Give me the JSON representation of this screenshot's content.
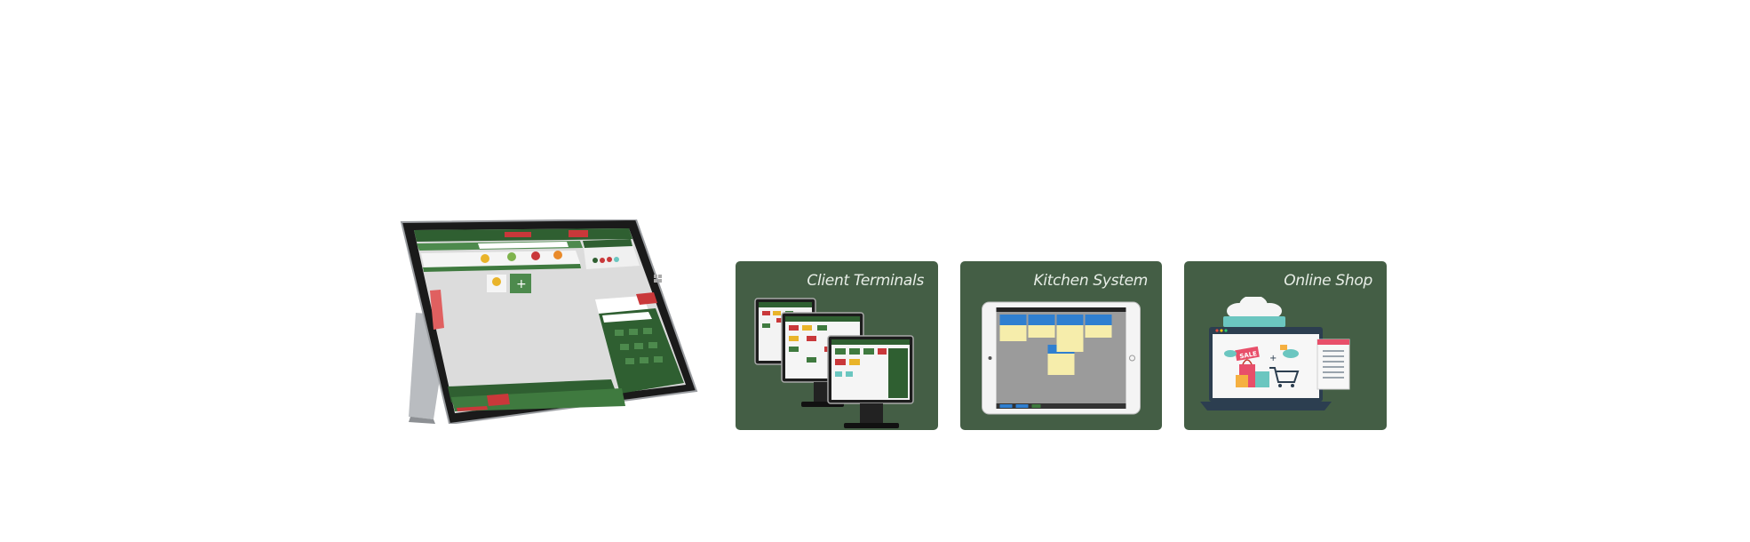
{
  "cards": [
    {
      "id": "client-terminals",
      "title": "Client Terminals"
    },
    {
      "id": "kitchen-system",
      "title": "Kitchen System"
    },
    {
      "id": "online-shop",
      "title": "Online Shop"
    }
  ],
  "illustration": {
    "sale_tag": "SALE"
  },
  "colors": {
    "card_background": "#445e45",
    "pos_green": "#3f7a3f",
    "pos_red": "#c9383a",
    "kitchen_blue": "#2f7fd0",
    "ticket_yellow": "#f6edab"
  }
}
